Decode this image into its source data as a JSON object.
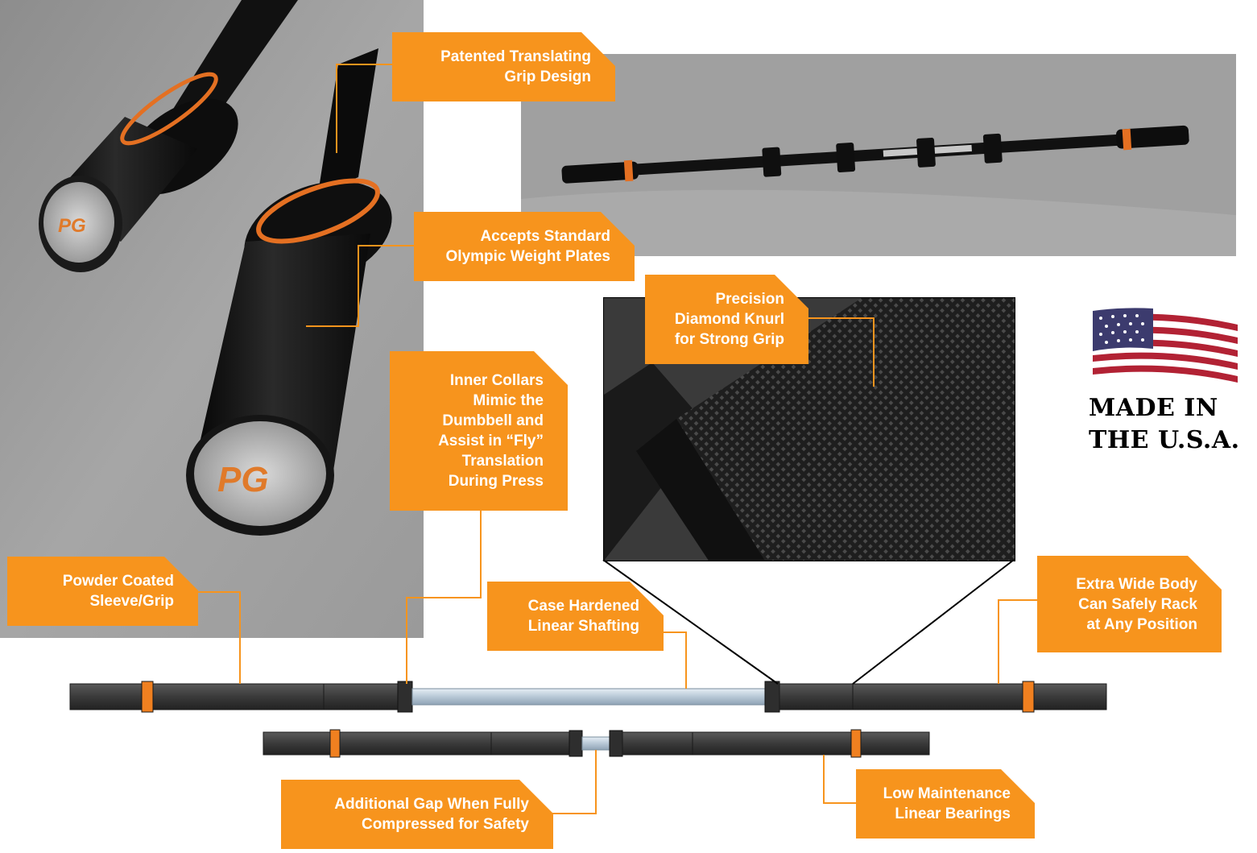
{
  "callouts": {
    "translating_grip": [
      "Patented Translating",
      "Grip Design"
    ],
    "olympic_plates": [
      "Accepts Standard",
      "Olympic Weight Plates"
    ],
    "inner_collars": [
      "Inner Collars",
      "Mimic the",
      "Dumbbell and",
      "Assist in “Fly”",
      "Translation",
      "During Press"
    ],
    "diamond_knurl": [
      "Precision",
      "Diamond Knurl",
      "for Strong Grip"
    ],
    "powder_coated": [
      "Powder Coated",
      "Sleeve/Grip"
    ],
    "case_hardened": [
      "Case Hardened",
      "Linear Shafting"
    ],
    "extra_wide": [
      "Extra Wide Body",
      "Can Safely Rack",
      "at Any Position"
    ],
    "additional_gap": [
      "Additional Gap When Fully",
      "Compressed for Safety"
    ],
    "low_maintenance": [
      "Low Maintenance",
      "Linear Bearings"
    ]
  },
  "made_in": [
    "MADE IN",
    "THE U.S.A."
  ],
  "logo_text": "PG",
  "colors": {
    "callout_orange": "#f7941d",
    "bar_black": "#3a3a3a",
    "collar_orange": "#f08020",
    "shaft_silver": "#c8d6e2"
  }
}
